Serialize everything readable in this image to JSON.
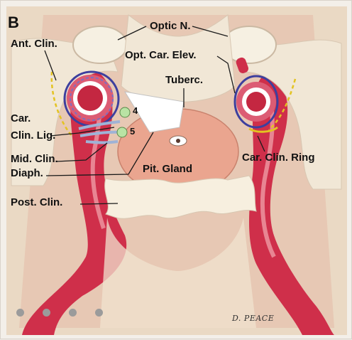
{
  "figure": {
    "panel_letter": "B",
    "signature": "D. PEACE"
  },
  "labels": {
    "optic_n": "Optic N.",
    "ant_clin": "Ant. Clin.",
    "opt_car_elev": "Opt. Car. Elev.",
    "tuberc": "Tuberc.",
    "car": "Car.",
    "clin_lig": "Clin. Lig.",
    "mid_clin": "Mid. Clin.",
    "diaph": "Diaph.",
    "pit_gland": "Pit. Gland",
    "car_clin_ring": "Car. Clin. Ring",
    "post_clin": "Post. Clin."
  },
  "markers": {
    "four": "4",
    "five": "5"
  },
  "carousel": {
    "dot_count": 4
  },
  "colors": {
    "bone": "#f1e7d6",
    "artery": "#cf2f4a",
    "artery_dark": "#9b1b33",
    "gland": "#eaa58f",
    "ring_blue": "#3d3f9e",
    "ring_yellow": "#e3c321",
    "ligament": "#9fb3d6",
    "marker_green": "#b9e3a4"
  }
}
